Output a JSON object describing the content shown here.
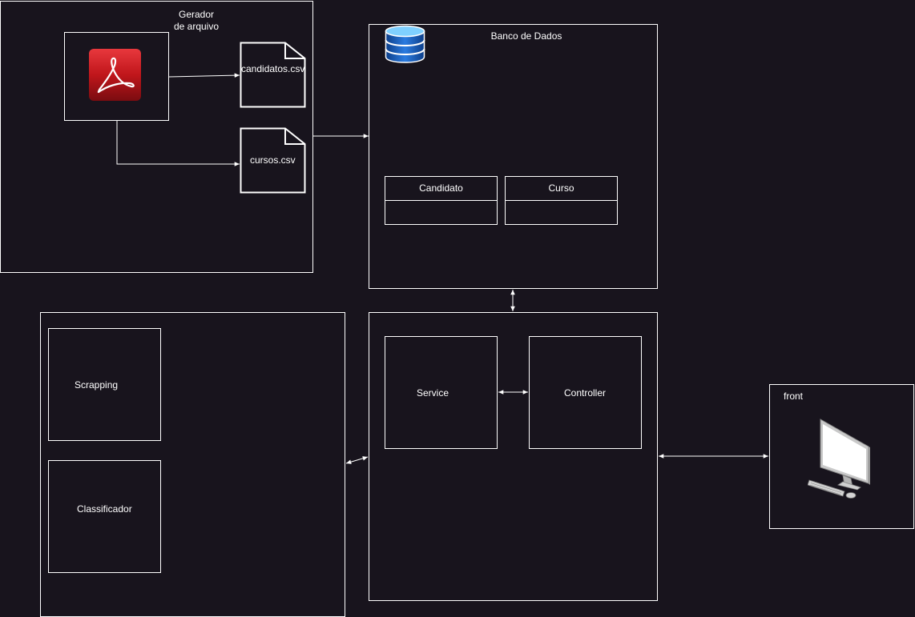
{
  "generator": {
    "title_line1": "Gerador",
    "title_line2": "de arquivo",
    "pdf_icon": "acrobat-pdf-icon",
    "file1": "candidatos.csv",
    "file2": "cursos.csv"
  },
  "database": {
    "title": "Banco de Dados",
    "icon": "database-icon",
    "tables": [
      {
        "name": "Candidato"
      },
      {
        "name": "Curso"
      }
    ]
  },
  "processing": {
    "scrapping": "Scrapping",
    "classificador": "Classificador"
  },
  "backend": {
    "service": "Service",
    "controller": "Controller"
  },
  "front": {
    "title": "front",
    "icon": "computer-icon"
  },
  "colors": {
    "background": "#18141d",
    "stroke": "#ffffff",
    "pdf_red": "#c0161b",
    "db_blue": "#1f6fd0"
  }
}
